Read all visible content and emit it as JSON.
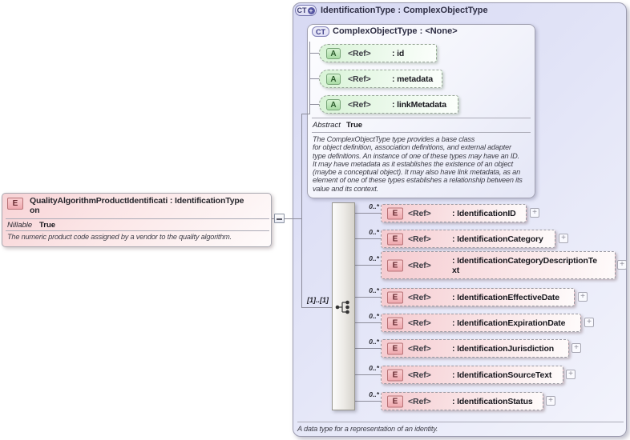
{
  "left_element": {
    "icon": "E",
    "title": "QualityAlgorithmProductIdentificati : IdentificationType\non",
    "nillable_label": "Nillable",
    "nillable_value": "True",
    "description": "The numeric product code assigned by a vendor to the quality algorithm."
  },
  "type_box": {
    "icon": "CT",
    "icon_plus_glyph": "+",
    "title": "IdentificationType : ComplexObjectType",
    "annotation": "A data type for a representation of an identity.",
    "base_type": {
      "icon": "CT",
      "title": "ComplexObjectType : <None>",
      "attributes": [
        {
          "icon": "A",
          "ref": "<Ref>",
          "name": ": id"
        },
        {
          "icon": "A",
          "ref": "<Ref>",
          "name": ": metadata"
        },
        {
          "icon": "A",
          "ref": "<Ref>",
          "name": ": linkMetadata"
        }
      ],
      "abstract_label": "Abstract",
      "abstract_value": "True",
      "description": "The ComplexObjectType type provides a base class\nfor object definition, association definitions, and external adapter\ntype definitions. An instance of one of these types may have an ID.\nIt may have metadata as it establishes the existence of an object\n(maybe a conceptual object). It may also have link metadata, as an\nelement of one of these types establishes a relationship between its\nvalue and its context."
    },
    "sequence": {
      "cardinality": "[1]..[1]"
    },
    "expand_glyph": "+",
    "elements": [
      {
        "icon": "E",
        "occurs": "0..*",
        "ref": "<Ref>",
        "name": ": IdentificationID"
      },
      {
        "icon": "E",
        "occurs": "0..*",
        "ref": "<Ref>",
        "name": ": IdentificationCategory"
      },
      {
        "icon": "E",
        "occurs": "0..*",
        "ref": "<Ref>",
        "name": ": IdentificationCategoryDescriptionTe\nxt"
      },
      {
        "icon": "E",
        "occurs": "0..*",
        "ref": "<Ref>",
        "name": ": IdentificationEffectiveDate"
      },
      {
        "icon": "E",
        "occurs": "0..*",
        "ref": "<Ref>",
        "name": ": IdentificationExpirationDate"
      },
      {
        "icon": "E",
        "occurs": "0..*",
        "ref": "<Ref>",
        "name": ": IdentificationJurisdiction"
      },
      {
        "icon": "E",
        "occurs": "0..*",
        "ref": "<Ref>",
        "name": ": IdentificationSourceText"
      },
      {
        "icon": "E",
        "occurs": "0..*",
        "ref": "<Ref>",
        "name": ": IdentificationStatus"
      }
    ]
  },
  "colors": {
    "element_pink": "#f5cbd0",
    "attribute_green": "#d9f3d7",
    "type_lavender": "#d7d9f3",
    "connector_gray": "#8c8c9a"
  }
}
